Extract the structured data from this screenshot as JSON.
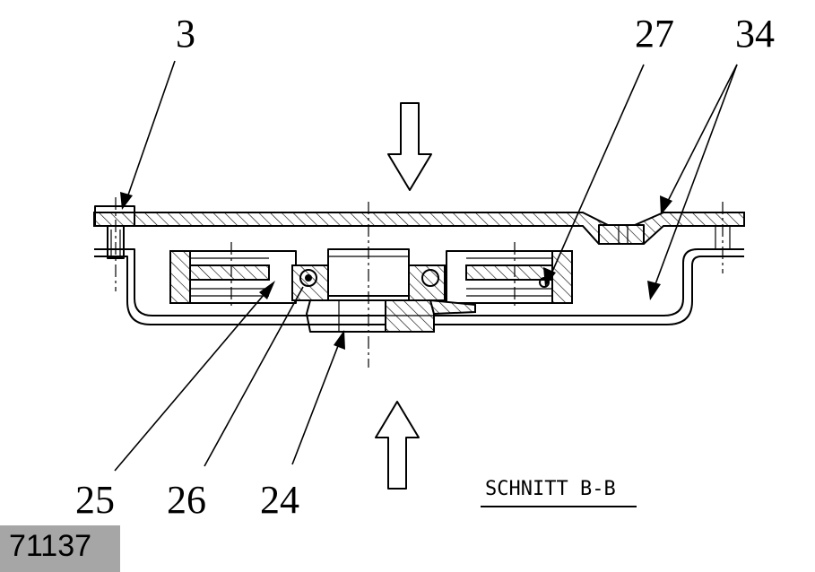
{
  "drawing": {
    "section_title": "SCHNITT B-B",
    "figure_id": "71137",
    "reference_labels": {
      "r3": "3",
      "r27": "27",
      "r34": "34",
      "r25": "25",
      "r26": "26",
      "r24": "24"
    }
  }
}
